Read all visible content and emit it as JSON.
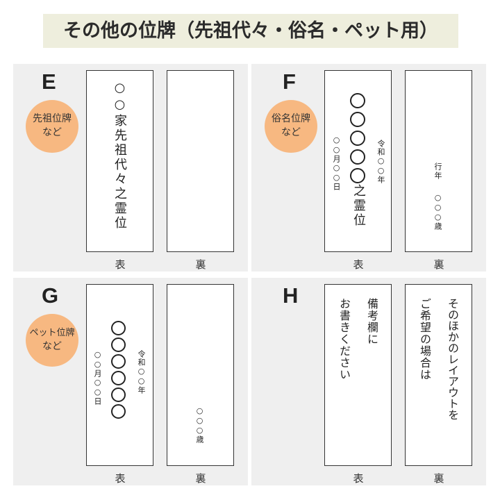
{
  "title": "その他の位牌（先祖代々・俗名・ペット用）",
  "colors": {
    "title_bg": "#eeeedd",
    "panel_bg": "#efefef",
    "badge": "#f7b881",
    "card_border": "#333333"
  },
  "front_label": "表",
  "back_label": "裏",
  "panels": {
    "e": {
      "letter": "E",
      "badge_line1": "先祖位牌",
      "badge_line2": "など",
      "front_name": "○○家先祖代々之霊位"
    },
    "f": {
      "letter": "F",
      "badge_line1": "俗名位牌",
      "badge_line2": "など",
      "front_name_circles": 5,
      "front_name_tail": "之霊位",
      "front_year": "令和○○年",
      "front_date": "○○月○○日",
      "back_age_label": "行年",
      "back_age": "○○○歳"
    },
    "g": {
      "letter": "G",
      "badge_line1": "ペット位牌",
      "badge_line2": "など",
      "front_name_circles": 6,
      "front_year": "令和○○年",
      "front_date": "○○月○○日",
      "back_age": "○○○歳"
    },
    "h": {
      "letter": "H",
      "front_line1": "備考欄に",
      "front_line2": "お書きください",
      "back_line1": "そのほかのレイアウトを",
      "back_line2": "ご希望の場合は"
    }
  }
}
